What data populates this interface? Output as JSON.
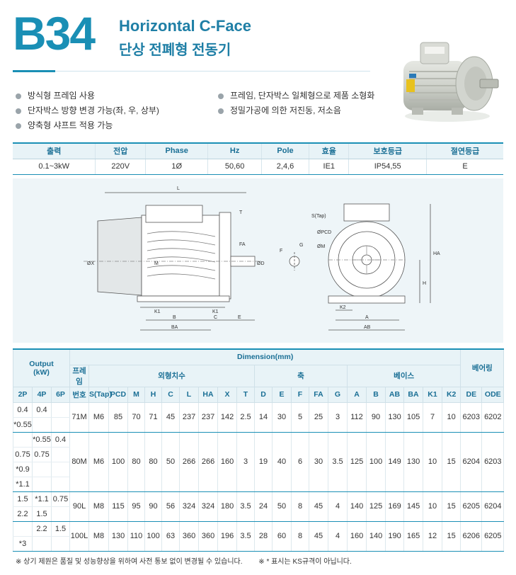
{
  "header": {
    "model": "B34",
    "title_en": "Horizontal C-Face",
    "title_ko": "단상 전폐형 전동기"
  },
  "features": {
    "left": [
      "방식형 프레임 사용",
      "단자박스 방향 변경 가능(좌, 우, 상부)",
      "양축형 샤프트 적용 가능"
    ],
    "right": [
      "프레임, 단자박스 일체형으로 제품 소형화",
      "정밀가공에 의한 저진동, 저소음"
    ]
  },
  "spec_table": {
    "headers": [
      "출력",
      "전압",
      "Phase",
      "Hz",
      "Pole",
      "효율",
      "보호등급",
      "절연등급"
    ],
    "values": [
      "0.1~3kW",
      "220V",
      "1Ø",
      "50,60",
      "2,4,6",
      "IE1",
      "IP54,55",
      "E"
    ]
  },
  "drawing": {
    "front_labels": [
      "L",
      "T",
      "ØX",
      "M",
      "FA",
      "ØD",
      "K1",
      "K1",
      "B",
      "C",
      "E",
      "BA"
    ],
    "shaft_labels": [
      "F",
      "G"
    ],
    "side_labels": [
      "S(Tap)",
      "ØPCD",
      "ØM",
      "HA",
      "H",
      "K2",
      "A",
      "AB"
    ]
  },
  "dim_table": {
    "output_title": "Output",
    "output_unit": "(kW)",
    "dimension_title": "Dimension(mm)",
    "bearing_title": "베어링",
    "group_frame": "프레임",
    "group_outer": "외형치수",
    "group_shaft": "축",
    "group_base": "베이스",
    "poles": [
      "2P",
      "4P",
      "6P"
    ],
    "cols": [
      "번호",
      "S(Tap)",
      "PCD",
      "M",
      "H",
      "C",
      "L",
      "HA",
      "X",
      "T",
      "D",
      "E",
      "F",
      "FA",
      "G",
      "A",
      "B",
      "AB",
      "BA",
      "K1",
      "K2",
      "DE",
      "ODE"
    ],
    "groups": [
      {
        "rows": [
          [
            "0.4",
            "0.4",
            ""
          ],
          [
            "*0.55",
            "",
            ""
          ]
        ],
        "dims": [
          "71M",
          "M6",
          "85",
          "70",
          "71",
          "45",
          "237",
          "237",
          "142",
          "2.5",
          "14",
          "30",
          "5",
          "25",
          "3",
          "112",
          "90",
          "130",
          "105",
          "7",
          "10",
          "6203",
          "6202"
        ]
      },
      {
        "rows": [
          [
            "",
            "*0.55",
            "0.4"
          ],
          [
            "0.75",
            "0.75",
            ""
          ],
          [
            "*0.9",
            "",
            ""
          ],
          [
            "*1.1",
            "",
            ""
          ]
        ],
        "dims": [
          "80M",
          "M6",
          "100",
          "80",
          "80",
          "50",
          "266",
          "266",
          "160",
          "3",
          "19",
          "40",
          "6",
          "30",
          "3.5",
          "125",
          "100",
          "149",
          "130",
          "10",
          "15",
          "6204",
          "6203"
        ]
      },
      {
        "rows": [
          [
            "1.5",
            "*1.1",
            "0.75"
          ],
          [
            "2.2",
            "1.5",
            ""
          ]
        ],
        "dims": [
          "90L",
          "M8",
          "115",
          "95",
          "90",
          "56",
          "324",
          "324",
          "180",
          "3.5",
          "24",
          "50",
          "8",
          "45",
          "4",
          "140",
          "125",
          "169",
          "145",
          "10",
          "15",
          "6205",
          "6204"
        ]
      },
      {
        "rows": [
          [
            "",
            "2.2",
            "1.5"
          ],
          [
            "*3",
            "",
            ""
          ]
        ],
        "dims": [
          "100L",
          "M8",
          "130",
          "110",
          "100",
          "63",
          "360",
          "360",
          "196",
          "3.5",
          "28",
          "60",
          "8",
          "45",
          "4",
          "160",
          "140",
          "190",
          "165",
          "12",
          "15",
          "6206",
          "6205"
        ]
      }
    ]
  },
  "footnotes": [
    "※ 상기 제원은 품질 및 성능향상을 위하여 사전 통보 없이 변경될 수 있습니다.",
    "※ * 표시는 KS규격이 아닙니다."
  ],
  "colors": {
    "accent": "#1a8fb5",
    "header_bg": "#e8f3f7",
    "drawing_bg": "#eef5f8"
  }
}
